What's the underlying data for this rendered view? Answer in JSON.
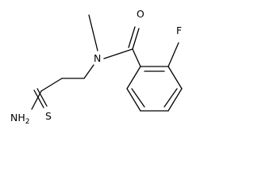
{
  "molecule": {
    "atoms": {
      "sulfur": "S",
      "amine": "NH2",
      "nitrogen": "N",
      "oxygen": "O",
      "fluorine": "F"
    }
  }
}
